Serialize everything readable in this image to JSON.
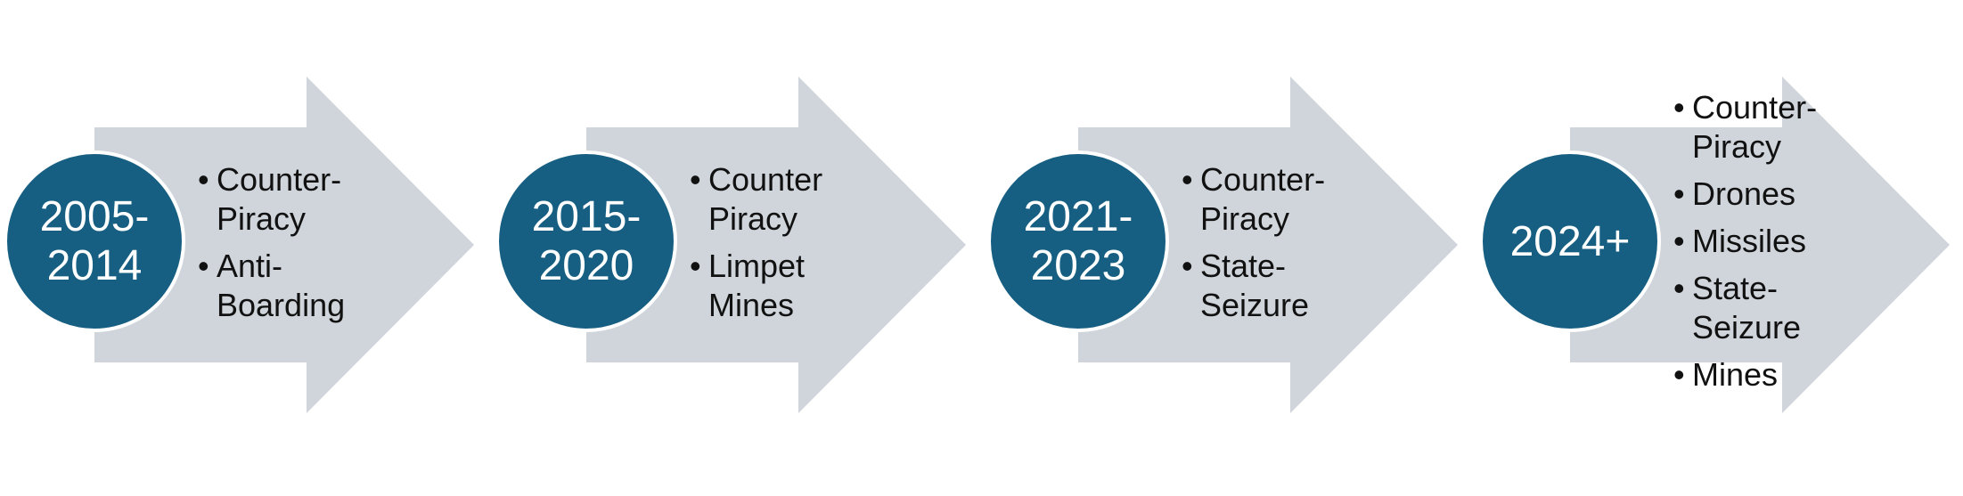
{
  "colors": {
    "arrow": "#cfd5db",
    "circle": "#175f82",
    "circle_text": "#ffffff",
    "text": "#111111"
  },
  "steps": [
    {
      "period": [
        "2005-",
        "2014"
      ],
      "bullets": [
        [
          "Counter-",
          "Piracy"
        ],
        [
          "Anti-",
          "Boarding"
        ]
      ]
    },
    {
      "period": [
        "2015-",
        "2020"
      ],
      "bullets": [
        [
          "Counter",
          "Piracy"
        ],
        [
          "Limpet",
          "Mines"
        ]
      ]
    },
    {
      "period": [
        "2021-",
        "2023"
      ],
      "bullets": [
        [
          "Counter-",
          "Piracy"
        ],
        [
          "State-",
          "Seizure"
        ]
      ]
    },
    {
      "period": [
        "2024+"
      ],
      "bullets": [
        [
          "Counter-",
          "Piracy"
        ],
        [
          "Drones"
        ],
        [
          "Missiles"
        ],
        [
          "State-",
          "Seizure"
        ],
        [
          "Mines"
        ]
      ]
    }
  ]
}
